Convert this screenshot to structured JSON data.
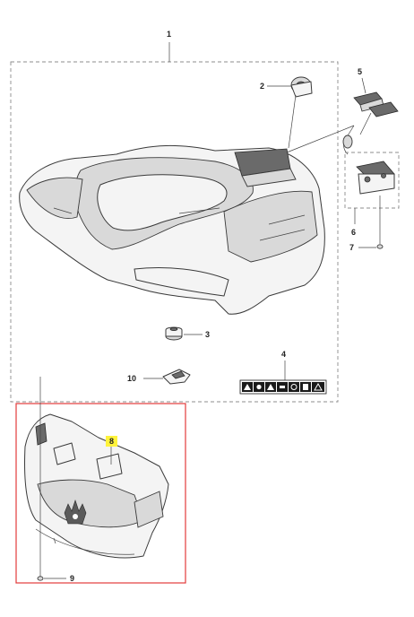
{
  "callouts": {
    "c1": "1",
    "c2": "2",
    "c3": "3",
    "c4": "4",
    "c5": "5",
    "c6": "6",
    "c7": "7",
    "c8": "8",
    "c9": "9",
    "c10": "10"
  },
  "highlight_color": "#fff33b",
  "frame_color": "#e23b3b",
  "decal_icons": [
    "warning-icon",
    "hand-icon",
    "warning-icon",
    "blade-icon",
    "stop-icon",
    "book-icon",
    "lift-icon"
  ]
}
